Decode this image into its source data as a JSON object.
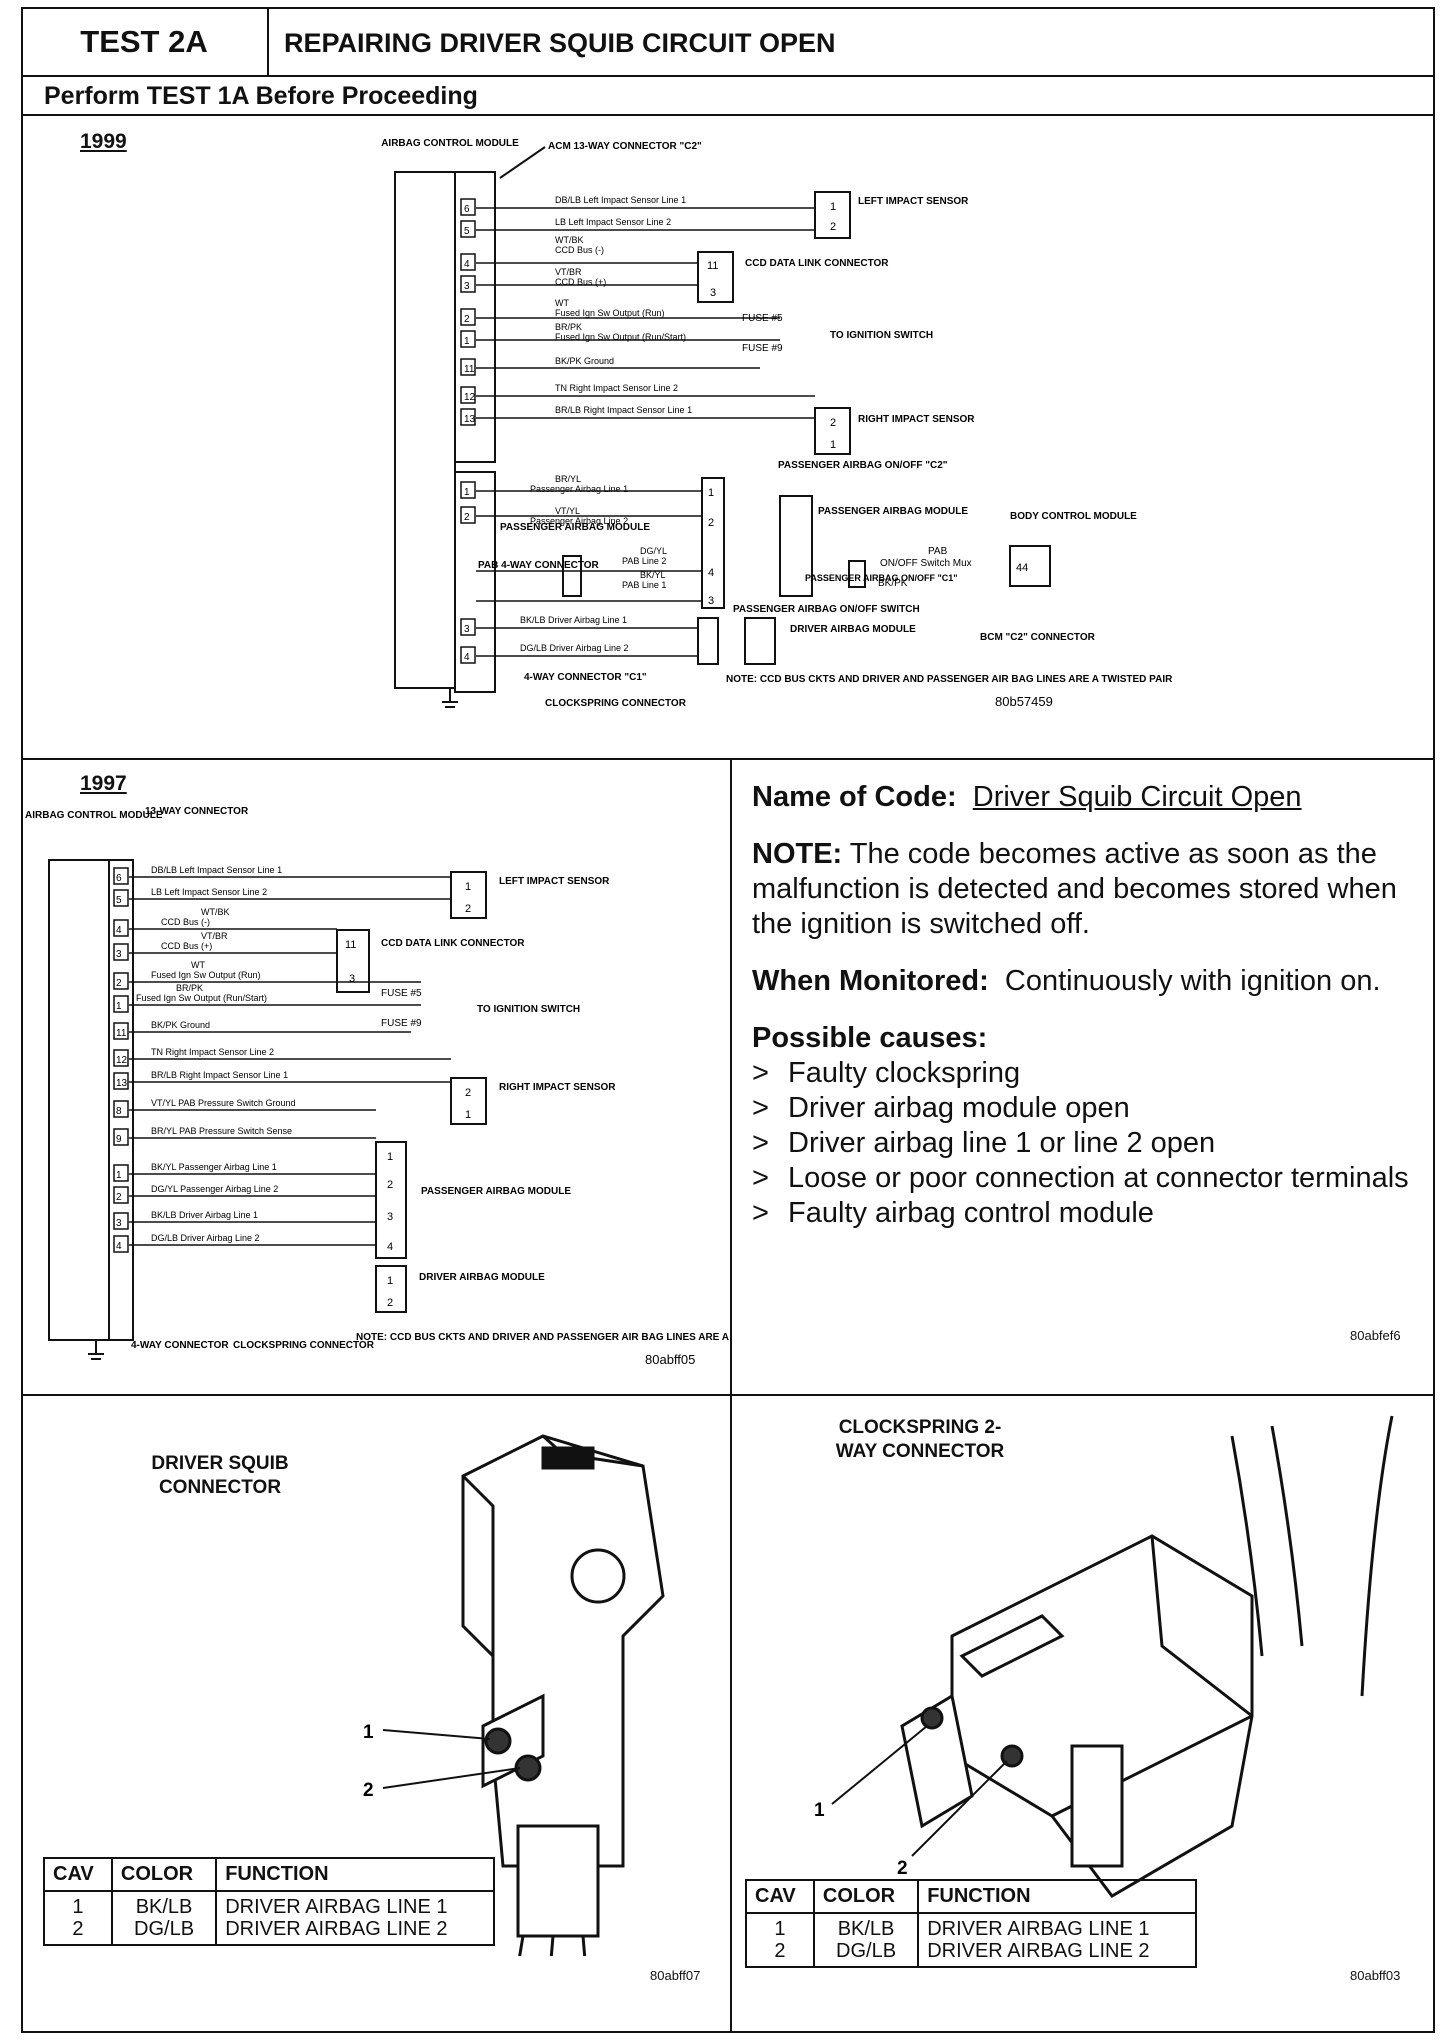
{
  "header": {
    "test_id": "TEST 2A",
    "title": "REPAIRING DRIVER SQUIB CIRCUIT OPEN",
    "subtitle": "Perform TEST 1A Before Proceeding"
  },
  "diagram_1999": {
    "year": "1999",
    "module_label": "AIRBAG CONTROL MODULE",
    "connector_label": "ACM 13-WAY CONNECTOR \"C2\"",
    "pins_c2": [
      "6",
      "5",
      "4",
      "3",
      "2",
      "1",
      "11",
      "12",
      "13"
    ],
    "wires_c2": [
      "DB/LB  Left Impact Sensor Line 1",
      "LB  Left Impact Sensor Line 2",
      "WT/BK",
      "CCD Bus (-)",
      "VT/BR",
      "CCD Bus (+)",
      "WT",
      "Fused Ign Sw Output (Run)",
      "BR/PK",
      "Fused Ign Sw Output (Run/Start)",
      "BK/PK  Ground",
      "TN  Right Impact Sensor Line 2",
      "BR/LB  Right Impact Sensor Line 1"
    ],
    "left_sensor": "LEFT IMPACT SENSOR",
    "ccd": "CCD DATA LINK CONNECTOR",
    "fuse5": "FUSE #5",
    "fuse9": "FUSE #9",
    "ign": "TO IGNITION SWITCH",
    "right_sensor": "RIGHT IMPACT SENSOR",
    "pab_onoff_c2": "PASSENGER AIRBAG ON/OFF \"C2\"",
    "pab_wires": [
      "BR/YL",
      "Passenger Airbag Line 1",
      "VT/YL",
      "Passenger Airbag Line 2",
      "DG/YL",
      "PAB Line 2",
      "BK/YL",
      "PAB Line 1"
    ],
    "pab_module": "PASSENGER AIRBAG MODULE",
    "pab_4way": "PAB 4-WAY CONNECTOR",
    "pab_onoff": "PASSENGER AIRBAG ON/OFF \"C1\"",
    "pab_mux": "PAB",
    "pab_mux2": "ON/OFF Switch Mux",
    "bkpk": "BK/PK",
    "bcm": "BODY CONTROL MODULE",
    "bcm_pin": "44",
    "bcm_conn": "BCM \"C2\" CONNECTOR",
    "pab_switch": "PASSENGER AIRBAG ON/OFF SWITCH",
    "driver_wires": [
      "BK/LB  Driver Airbag Line 1",
      "DG/LB  Driver Airbag Line 2"
    ],
    "driver_module": "DRIVER AIRBAG MODULE",
    "c1": "4-WAY CONNECTOR \"C1\"",
    "clockspring": "CLOCKSPRING CONNECTOR",
    "note": "NOTE:  CCD BUS CKTS AND DRIVER AND PASSENGER AIR BAG LINES ARE A TWISTED PAIR",
    "fig": "80b57459"
  },
  "diagram_1997": {
    "year": "1997",
    "module_label": "AIRBAG CONTROL MODULE",
    "connector_label": "13-WAY CONNECTOR",
    "pins": [
      "6",
      "5",
      "4",
      "3",
      "2",
      "1",
      "11",
      "12",
      "13",
      "8",
      "9",
      "1",
      "2",
      "3",
      "4"
    ],
    "wires": [
      "DB/LB  Left Impact Sensor Line 1",
      "LB  Left Impact Sensor Line 2",
      "WT/BK",
      "CCD Bus (-)",
      "VT/BR",
      "CCD Bus (+)",
      "WT",
      "Fused Ign Sw Output (Run)",
      "BR/PK",
      "Fused Ign Sw Output (Run/Start)",
      "BK/PK  Ground",
      "TN  Right Impact Sensor Line 2",
      "BR/LB  Right Impact Sensor Line 1",
      "VT/YL  PAB Pressure Switch Ground",
      "BR/YL  PAB Pressure Switch Sense",
      "BK/YL  Passenger Airbag Line 1",
      "DG/YL  Passenger Airbag Line 2",
      "BK/LB  Driver Airbag Line 1",
      "DG/LB  Driver Airbag Line 2"
    ],
    "left_sensor": "LEFT IMPACT SENSOR",
    "ccd": "CCD DATA LINK CONNECTOR",
    "fuse5": "FUSE #5",
    "fuse9": "FUSE #9",
    "ign": "TO IGNITION SWITCH",
    "right_sensor": "RIGHT IMPACT SENSOR",
    "pab_module": "PASSENGER AIRBAG MODULE",
    "driver_module": "DRIVER AIRBAG MODULE",
    "fourway": "4-WAY CONNECTOR",
    "clockspring": "CLOCKSPRING CONNECTOR",
    "note": "NOTE:  CCD BUS CKTS AND DRIVER AND PASSENGER AIR BAG LINES ARE A TWISTED PAIR",
    "fig": "80abff05"
  },
  "code_info": {
    "name_label": "Name of Code:",
    "name_value": "Driver Squib Circuit Open",
    "note_label": "NOTE:",
    "note_text": "The code becomes active as soon as the malfunction is detected and becomes stored when the ignition is switched off.",
    "monitored_label": "When Monitored:",
    "monitored_text": "Continuously with ignition on.",
    "causes_label": "Possible causes:",
    "causes": [
      "Faulty clockspring",
      "Driver airbag module open",
      "Driver airbag line 1 or line 2 open",
      "Loose or poor connection at connector terminals",
      "Faulty airbag control module"
    ],
    "fig": "80abfef6"
  },
  "driver_connector": {
    "title": "DRIVER SQUIB CONNECTOR",
    "callouts": [
      "1",
      "2"
    ],
    "table_headers": [
      "CAV",
      "COLOR",
      "FUNCTION"
    ],
    "rows": [
      {
        "cav": "1",
        "color": "BK/LB",
        "function": "DRIVER AIRBAG LINE 1"
      },
      {
        "cav": "2",
        "color": "DG/LB",
        "function": "DRIVER AIRBAG LINE 2"
      }
    ],
    "fig": "80abff07"
  },
  "clockspring_connector": {
    "title": "CLOCKSPRING 2-WAY CONNECTOR",
    "callouts": [
      "1",
      "2"
    ],
    "table_headers": [
      "CAV",
      "COLOR",
      "FUNCTION"
    ],
    "rows": [
      {
        "cav": "1",
        "color": "BK/LB",
        "function": "DRIVER AIRBAG LINE 1"
      },
      {
        "cav": "2",
        "color": "DG/LB",
        "function": "DRIVER AIRBAG LINE 2"
      }
    ],
    "fig": "80abff03"
  }
}
